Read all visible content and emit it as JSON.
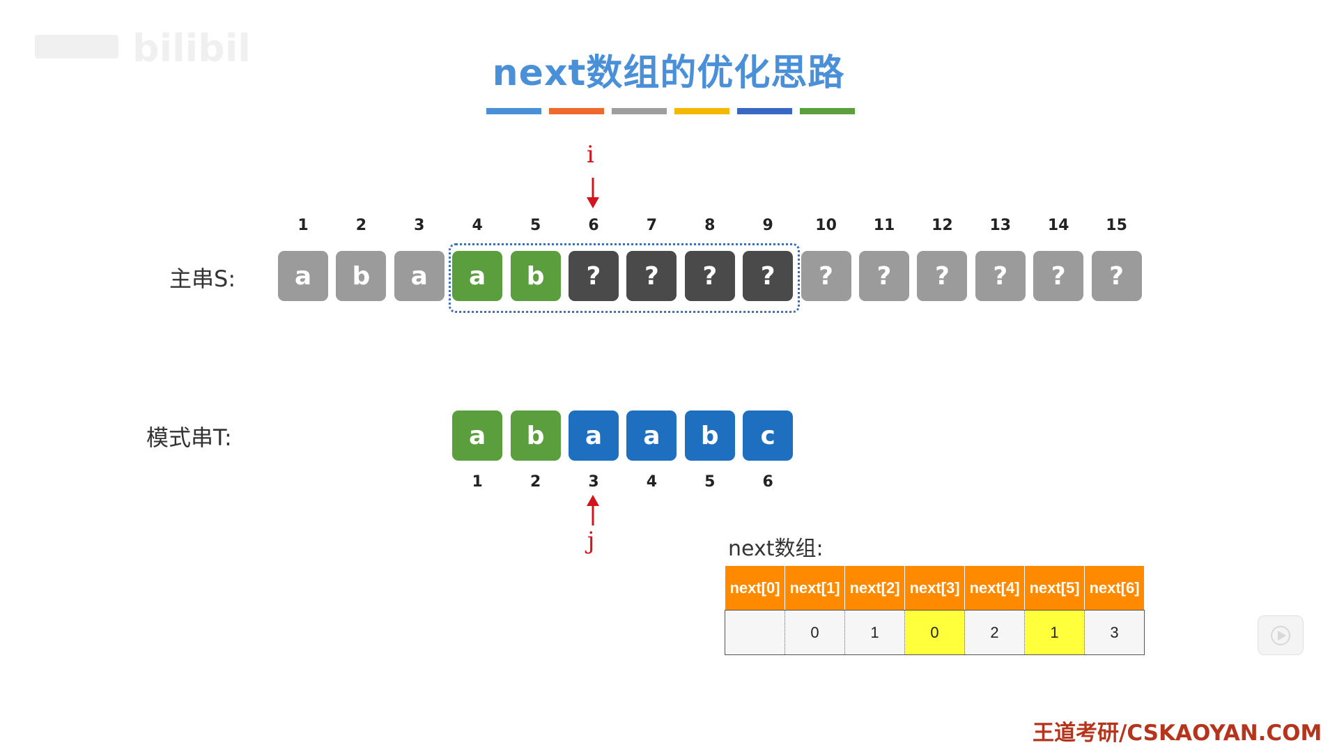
{
  "title": "next数组的优化思路",
  "color_bars": [
    "#4a90d9",
    "#ee6a2c",
    "#9e9e9e",
    "#f5b800",
    "#3867c4",
    "#5aa03c"
  ],
  "main_string": {
    "label": "主串S:",
    "indices": [
      "1",
      "2",
      "3",
      "4",
      "5",
      "6",
      "7",
      "8",
      "9",
      "10",
      "11",
      "12",
      "13",
      "14",
      "15"
    ],
    "chars": [
      "a",
      "b",
      "a",
      "a",
      "b",
      "?",
      "?",
      "?",
      "?",
      "?",
      "?",
      "?",
      "?",
      "?",
      "?"
    ],
    "colors": [
      "#9b9b9b",
      "#9b9b9b",
      "#9b9b9b",
      "#5a9e3e",
      "#5a9e3e",
      "#4a4a4a",
      "#4a4a4a",
      "#4a4a4a",
      "#4a4a4a",
      "#9b9b9b",
      "#9b9b9b",
      "#9b9b9b",
      "#9b9b9b",
      "#9b9b9b",
      "#9b9b9b"
    ]
  },
  "pattern_string": {
    "label": "模式串T:",
    "indices": [
      "1",
      "2",
      "3",
      "4",
      "5",
      "6"
    ],
    "chars": [
      "a",
      "b",
      "a",
      "a",
      "b",
      "c"
    ],
    "colors": [
      "#5a9e3e",
      "#5a9e3e",
      "#1e6fbf",
      "#1e6fbf",
      "#1e6fbf",
      "#1e6fbf"
    ]
  },
  "pointers": {
    "i": "i",
    "j": "j"
  },
  "next_array": {
    "label": "next数组:",
    "headers": [
      "next[0]",
      "next[1]",
      "next[2]",
      "next[3]",
      "next[4]",
      "next[5]",
      "next[6]"
    ],
    "values": [
      "",
      "0",
      "1",
      "0",
      "2",
      "1",
      "3"
    ],
    "highlight_color": "#ffff3c"
  },
  "footer": "王道考研/CSKAOYAN.COM",
  "watermark": "bilibili"
}
